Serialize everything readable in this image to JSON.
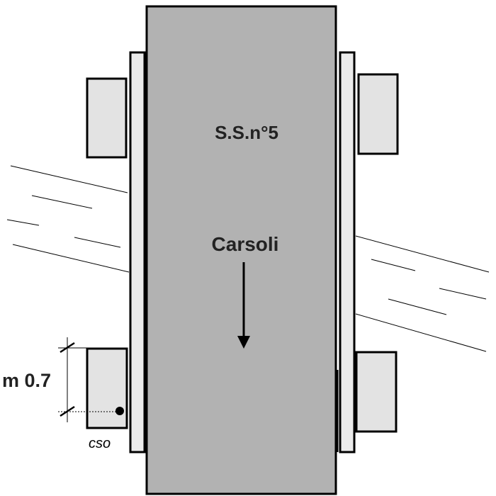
{
  "road": {
    "name": "S.S.n°5",
    "direction_label": "Carsoli"
  },
  "measurement": {
    "label": "m 0.7"
  },
  "sensor": {
    "code": "cso"
  },
  "colors": {
    "road_fill": "#b2b2b2",
    "sidewalk_fill": "#ebebeb",
    "building_fill": "#e3e3e3",
    "outline": "#000000",
    "text": "#222222"
  }
}
